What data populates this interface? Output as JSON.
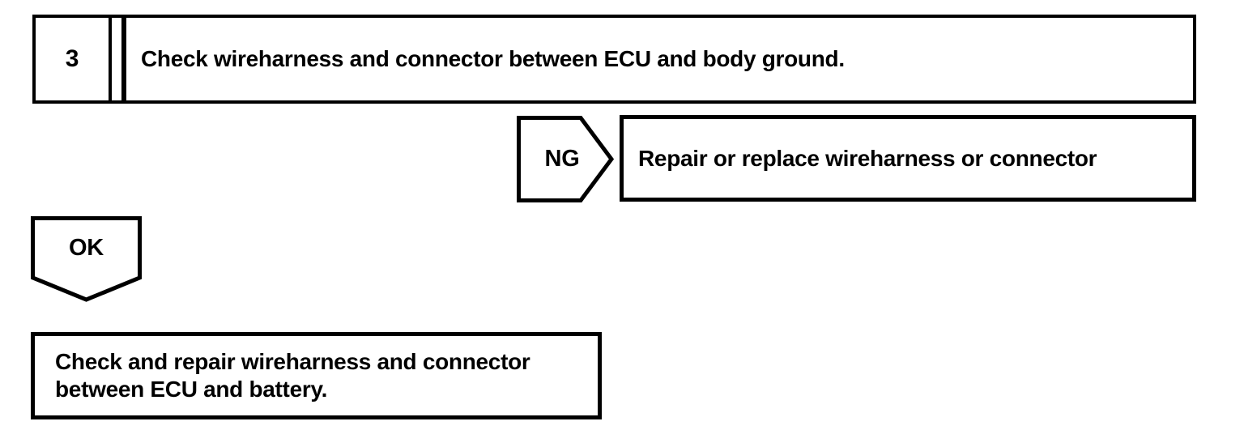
{
  "colors": {
    "ink": "#000000",
    "paper": "#ffffff"
  },
  "flowchart": {
    "step": {
      "number": "3",
      "instruction": "Check wireharness and connector between ECU and body ground."
    },
    "ng_branch": {
      "label": "NG",
      "shape_icon": "pentagon-arrow-right-icon",
      "action": "Repair or replace wireharness or connector"
    },
    "ok_branch": {
      "label": "OK",
      "shape_icon": "pentagon-arrow-down-icon",
      "action": "Check and repair wireharness and connector between ECU and battery."
    }
  }
}
